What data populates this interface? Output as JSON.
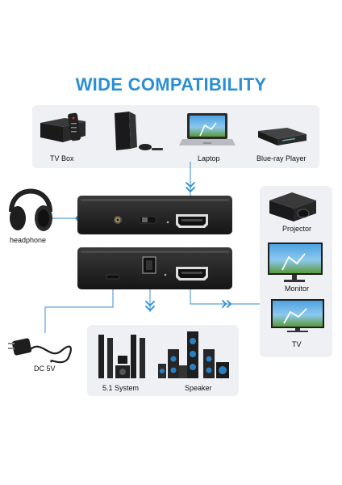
{
  "title": "WIDE COMPATIBILITY",
  "colors": {
    "title": "#2a8fd6",
    "line": "#5aa0dc",
    "panel": "#eef0f4",
    "device": "#1f1f1f"
  },
  "sources": [
    {
      "label": "TV Box",
      "icon": "tv-box-icon"
    },
    {
      "label": "Laptop",
      "icon": "laptop-icon"
    },
    {
      "label": "Blue-ray Player",
      "icon": "bluray-player-icon"
    }
  ],
  "headphone_label": "headphone",
  "outputs_right": [
    {
      "label": "Projector",
      "icon": "projector-icon"
    },
    {
      "label": "Monitor",
      "icon": "monitor-icon"
    },
    {
      "label": "TV",
      "icon": "tv-icon"
    }
  ],
  "power_label": "DC 5V",
  "audio_outputs": [
    {
      "label": "5.1 System",
      "icon": "surround-system-icon"
    },
    {
      "label": "Speaker",
      "icon": "speaker-icon"
    }
  ]
}
